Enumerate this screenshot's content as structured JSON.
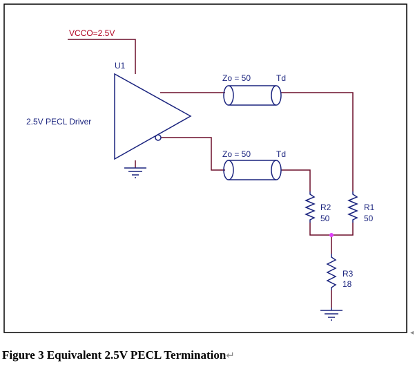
{
  "supply": {
    "label": "VCCO=2.5V",
    "color": "#b00020"
  },
  "driver": {
    "ref": "U1",
    "label": "2.5V PECL Driver"
  },
  "tlines": [
    {
      "impedance": "Zo = 50",
      "delay": "Td"
    },
    {
      "impedance": "Zo = 50",
      "delay": "Td"
    }
  ],
  "resistors": [
    {
      "ref": "R2",
      "value": "50"
    },
    {
      "ref": "R1",
      "value": "50"
    },
    {
      "ref": "R3",
      "value": "18"
    }
  ],
  "caption": {
    "text": "Figure 3 Equivalent 2.5V PECL Termination",
    "mark": "↵"
  },
  "side_mark": "◂",
  "colors": {
    "wire": "#6b0f2a",
    "component": "#1a237e",
    "node": "#e040fb",
    "border": "#000000"
  }
}
